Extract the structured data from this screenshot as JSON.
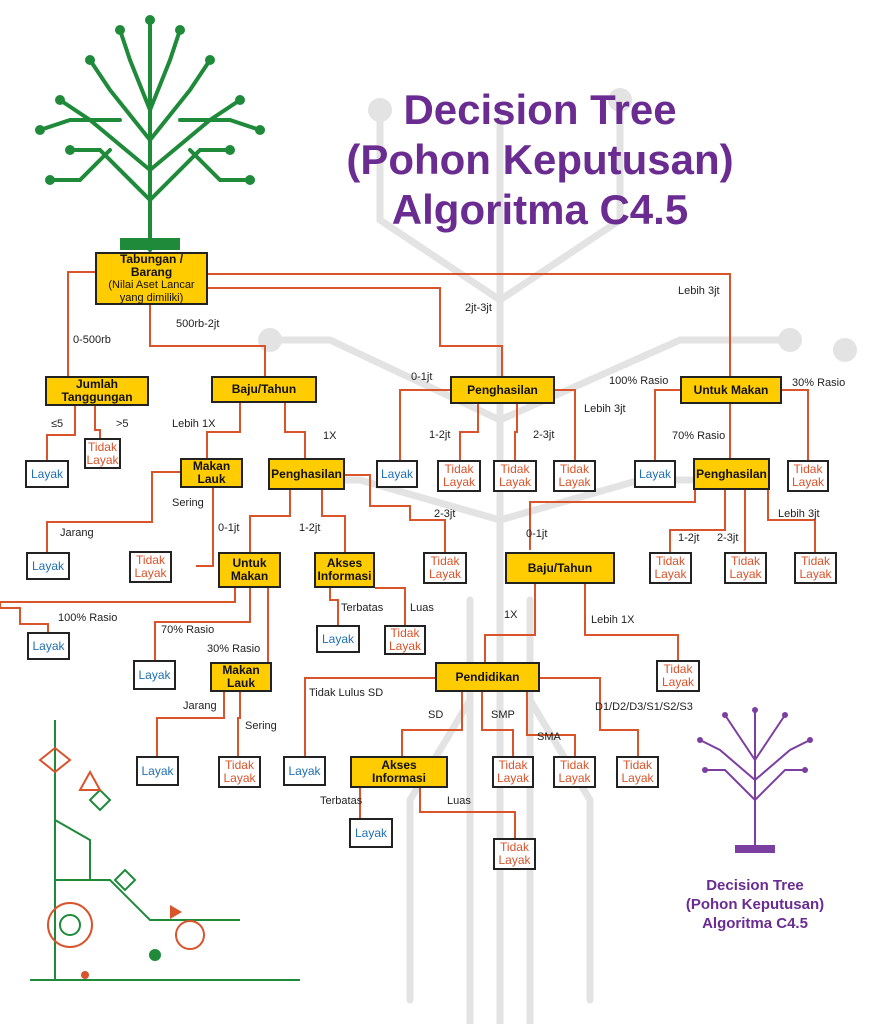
{
  "title": {
    "line1": "Decision Tree",
    "line2": "(Pohon Keputusan)",
    "line3": "Algoritma C4.5"
  },
  "corner_title": {
    "line1": "Decision Tree",
    "line2": "(Pohon Keputusan)",
    "line3": "Algoritma C4.5"
  },
  "colors": {
    "edge": "#d9532b",
    "node_fill": "#ffcc00",
    "title": "#6a2c91",
    "tree_green": "#1e8a3a",
    "watermark": "#d9d9d9",
    "yes_text": "#1e6fb5",
    "no_text": "#d9532b"
  },
  "nodes": {
    "root": {
      "label": "Tabungan / Barang",
      "sub1": "(Nilai Aset Lancar",
      "sub2": "yang dimiliki)"
    },
    "jumlah": {
      "line1": "Jumlah",
      "line2": "Tanggungan"
    },
    "baju1": {
      "label": "Baju/Tahun"
    },
    "peng_top": {
      "label": "Penghasilan"
    },
    "untuk_top": {
      "label": "Untuk Makan"
    },
    "makan1": {
      "line1": "Makan",
      "line2": "Lauk"
    },
    "peng2": {
      "label": "Penghasilan"
    },
    "untuk2": {
      "line1": "Untuk",
      "line2": "Makan"
    },
    "akses1": {
      "line1": "Akses",
      "line2": "Informasi"
    },
    "makan2": {
      "line1": "Makan",
      "line2": "Lauk"
    },
    "peng3": {
      "label": "Penghasilan"
    },
    "baju2": {
      "label": "Baju/Tahun"
    },
    "pendidikan": {
      "label": "Pendidikan"
    },
    "akses2": {
      "label": "Akses Informasi"
    }
  },
  "leaf_labels": {
    "yes": "Layak",
    "no_line1": "Tidak",
    "no_line2": "Layak"
  },
  "edges": {
    "e_0_500rb": "0-500rb",
    "e_500rb_2jt": "500rb-2jt",
    "e_2jt_3jt": "2jt-3jt",
    "e_lebih_3jt": "Lebih 3jt",
    "e_le5": "≤5",
    "e_gt5": ">5",
    "e_lebih_1x": "Lebih 1X",
    "e_1x": "1X",
    "e_0_1jt_a": "0-1jt",
    "e_1_2jt_a": "1-2jt",
    "e_2_3jt_a": "2-3jt",
    "e_lebih_3jt_a": "Lebih 3jt",
    "e_100_rasio_a": "100% Rasio",
    "e_30_rasio_a": "30% Rasio",
    "e_70_rasio_a": "70% Rasio",
    "e_sering_a": "Sering",
    "e_jarang_a": "Jarang",
    "e_0_1jt_b": "0-1jt",
    "e_1_2jt_b": "1-2jt",
    "e_2_3jt_b": "2-3jt",
    "e_0_1jt_c": "0-1jt",
    "e_1_2jt_c": "1-2jt",
    "e_2_3jt_c": "2-3jt",
    "e_lebih_3jt_c": "Lebih 3jt",
    "e_100_rasio_b": "100% Rasio",
    "e_70_rasio_b": "70% Rasio",
    "e_30_rasio_b": "30% Rasio",
    "e_terbatas_a": "Terbatas",
    "e_luas_a": "Luas",
    "e_jarang_b": "Jarang",
    "e_sering_b": "Sering",
    "e_1x_b": "1X",
    "e_lebih_1x_b": "Lebih 1X",
    "e_tidak_lulus": "Tidak Lulus SD",
    "e_sd": "SD",
    "e_smp": "SMP",
    "e_sma": "SMA",
    "e_d1": "D1/D2/D3/S1/S2/S3",
    "e_terbatas_b": "Terbatas",
    "e_luas_b": "Luas"
  }
}
